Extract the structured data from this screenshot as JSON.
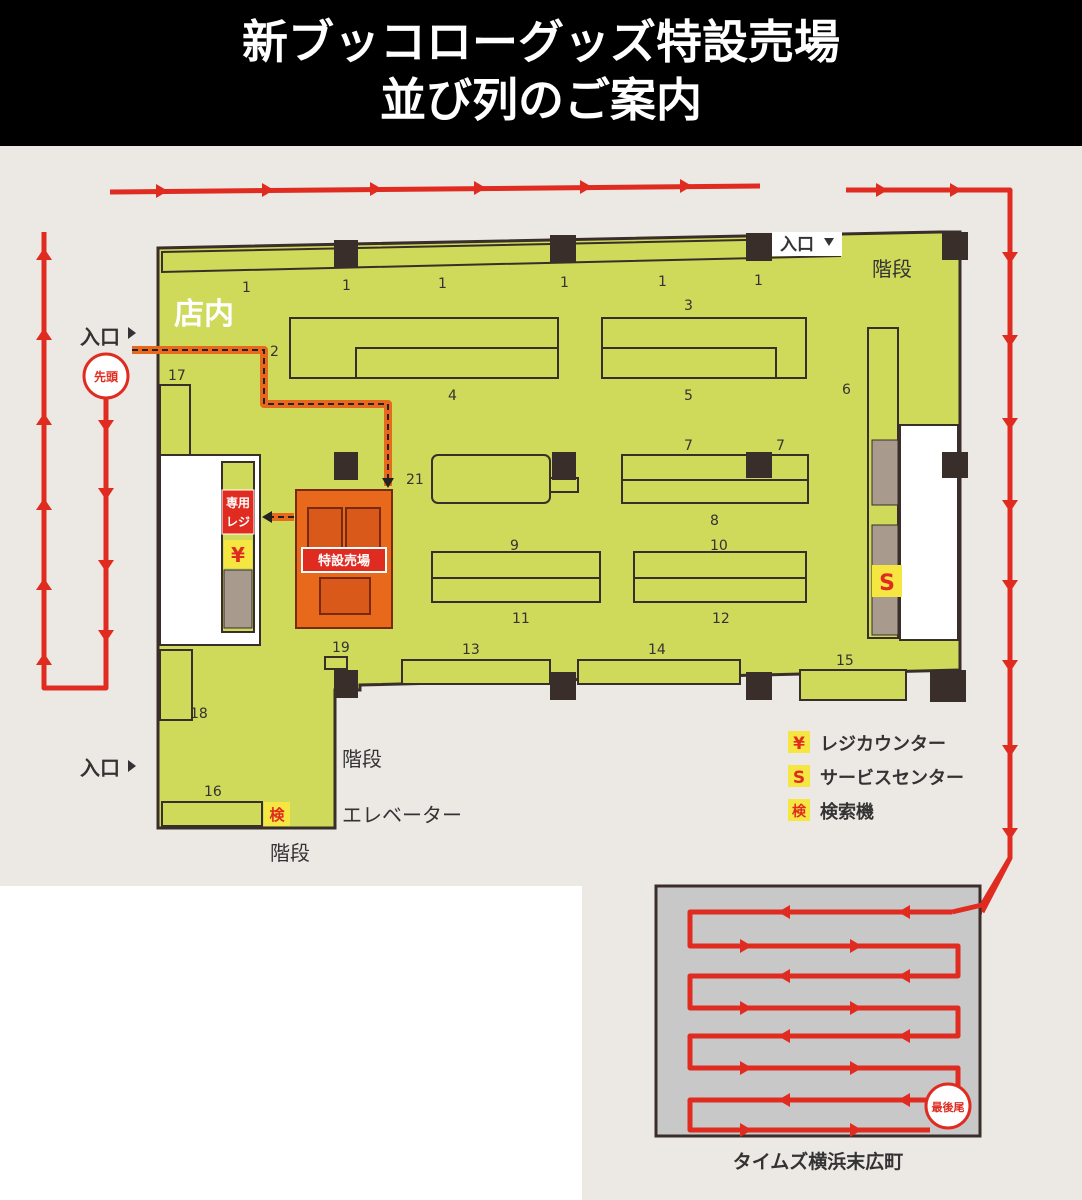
{
  "title": {
    "line1": "新ブッコローグッズ特設売場",
    "line2": "並び列のご案内"
  },
  "colors": {
    "floor": "#cfd95a",
    "background": "#ece8e4",
    "queue": "#e02b20",
    "special": "#e8681c",
    "pillar": "#3a2e2a",
    "parking": "#c8c8c8"
  },
  "labels": {
    "store_inside": "店内",
    "entrance": "入口",
    "stairs": "階段",
    "elevator": "エレベーター",
    "queue_head": "先頭",
    "queue_tail": "最後尾",
    "special_sales": "特設売場",
    "dedicated_register_1": "専用",
    "dedicated_register_2": "レジ",
    "yen": "¥",
    "s_mark": "S",
    "search_mark": "検",
    "parking": "タイムズ横浜末広町"
  },
  "shelves": [
    "1",
    "1",
    "1",
    "1",
    "1",
    "1",
    "2",
    "3",
    "4",
    "5",
    "6",
    "7",
    "7",
    "8",
    "9",
    "10",
    "11",
    "12",
    "13",
    "14",
    "15",
    "16",
    "17",
    "18",
    "19",
    "21"
  ],
  "legend": [
    {
      "icon": "¥",
      "icon_name": "yen-icon",
      "text": "レジカウンター"
    },
    {
      "icon": "S",
      "icon_name": "service-s-icon",
      "text": "サービスセンター"
    },
    {
      "icon": "検",
      "icon_name": "search-kiosk-icon",
      "text": "検索機"
    }
  ]
}
